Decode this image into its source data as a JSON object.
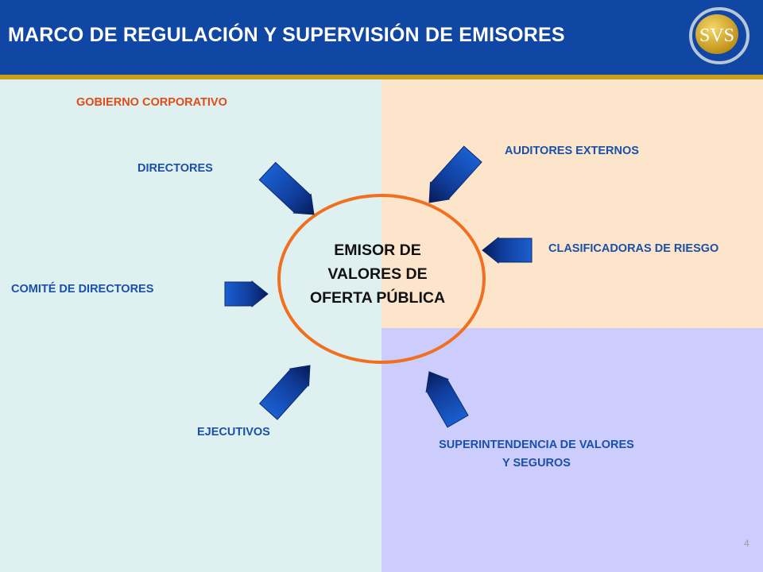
{
  "header": {
    "title": "MARCO DE REGULACIÓN Y SUPERVISIÓN DE EMISORES",
    "logo_text": "SVS",
    "color": "#1047a4",
    "accent_line": "#c9a018"
  },
  "quadrants": {
    "left_color": "#dff0f0",
    "top_right_color": "#fde5cc",
    "bottom_right_color": "#ccccfd"
  },
  "center": {
    "lines": [
      "EMISOR DE",
      "VALORES DE",
      "OFERTA PÚBLICA"
    ],
    "ring_color": "#f07020"
  },
  "labels": {
    "gobierno": "GOBIERNO CORPORATIVO",
    "directores": "DIRECTORES",
    "comite": "COMITÉ DE DIRECTORES",
    "ejecutivos": "EJECUTIVOS",
    "auditores": "AUDITORES EXTERNOS",
    "clasificadoras": "CLASIFICADORAS DE RIESGO",
    "superintendencia_line1": "SUPERINTENDENCIA DE VALORES",
    "superintendencia_line2": "Y SEGUROS"
  },
  "arrow_color": "#1a50b0",
  "page_number": "4"
}
